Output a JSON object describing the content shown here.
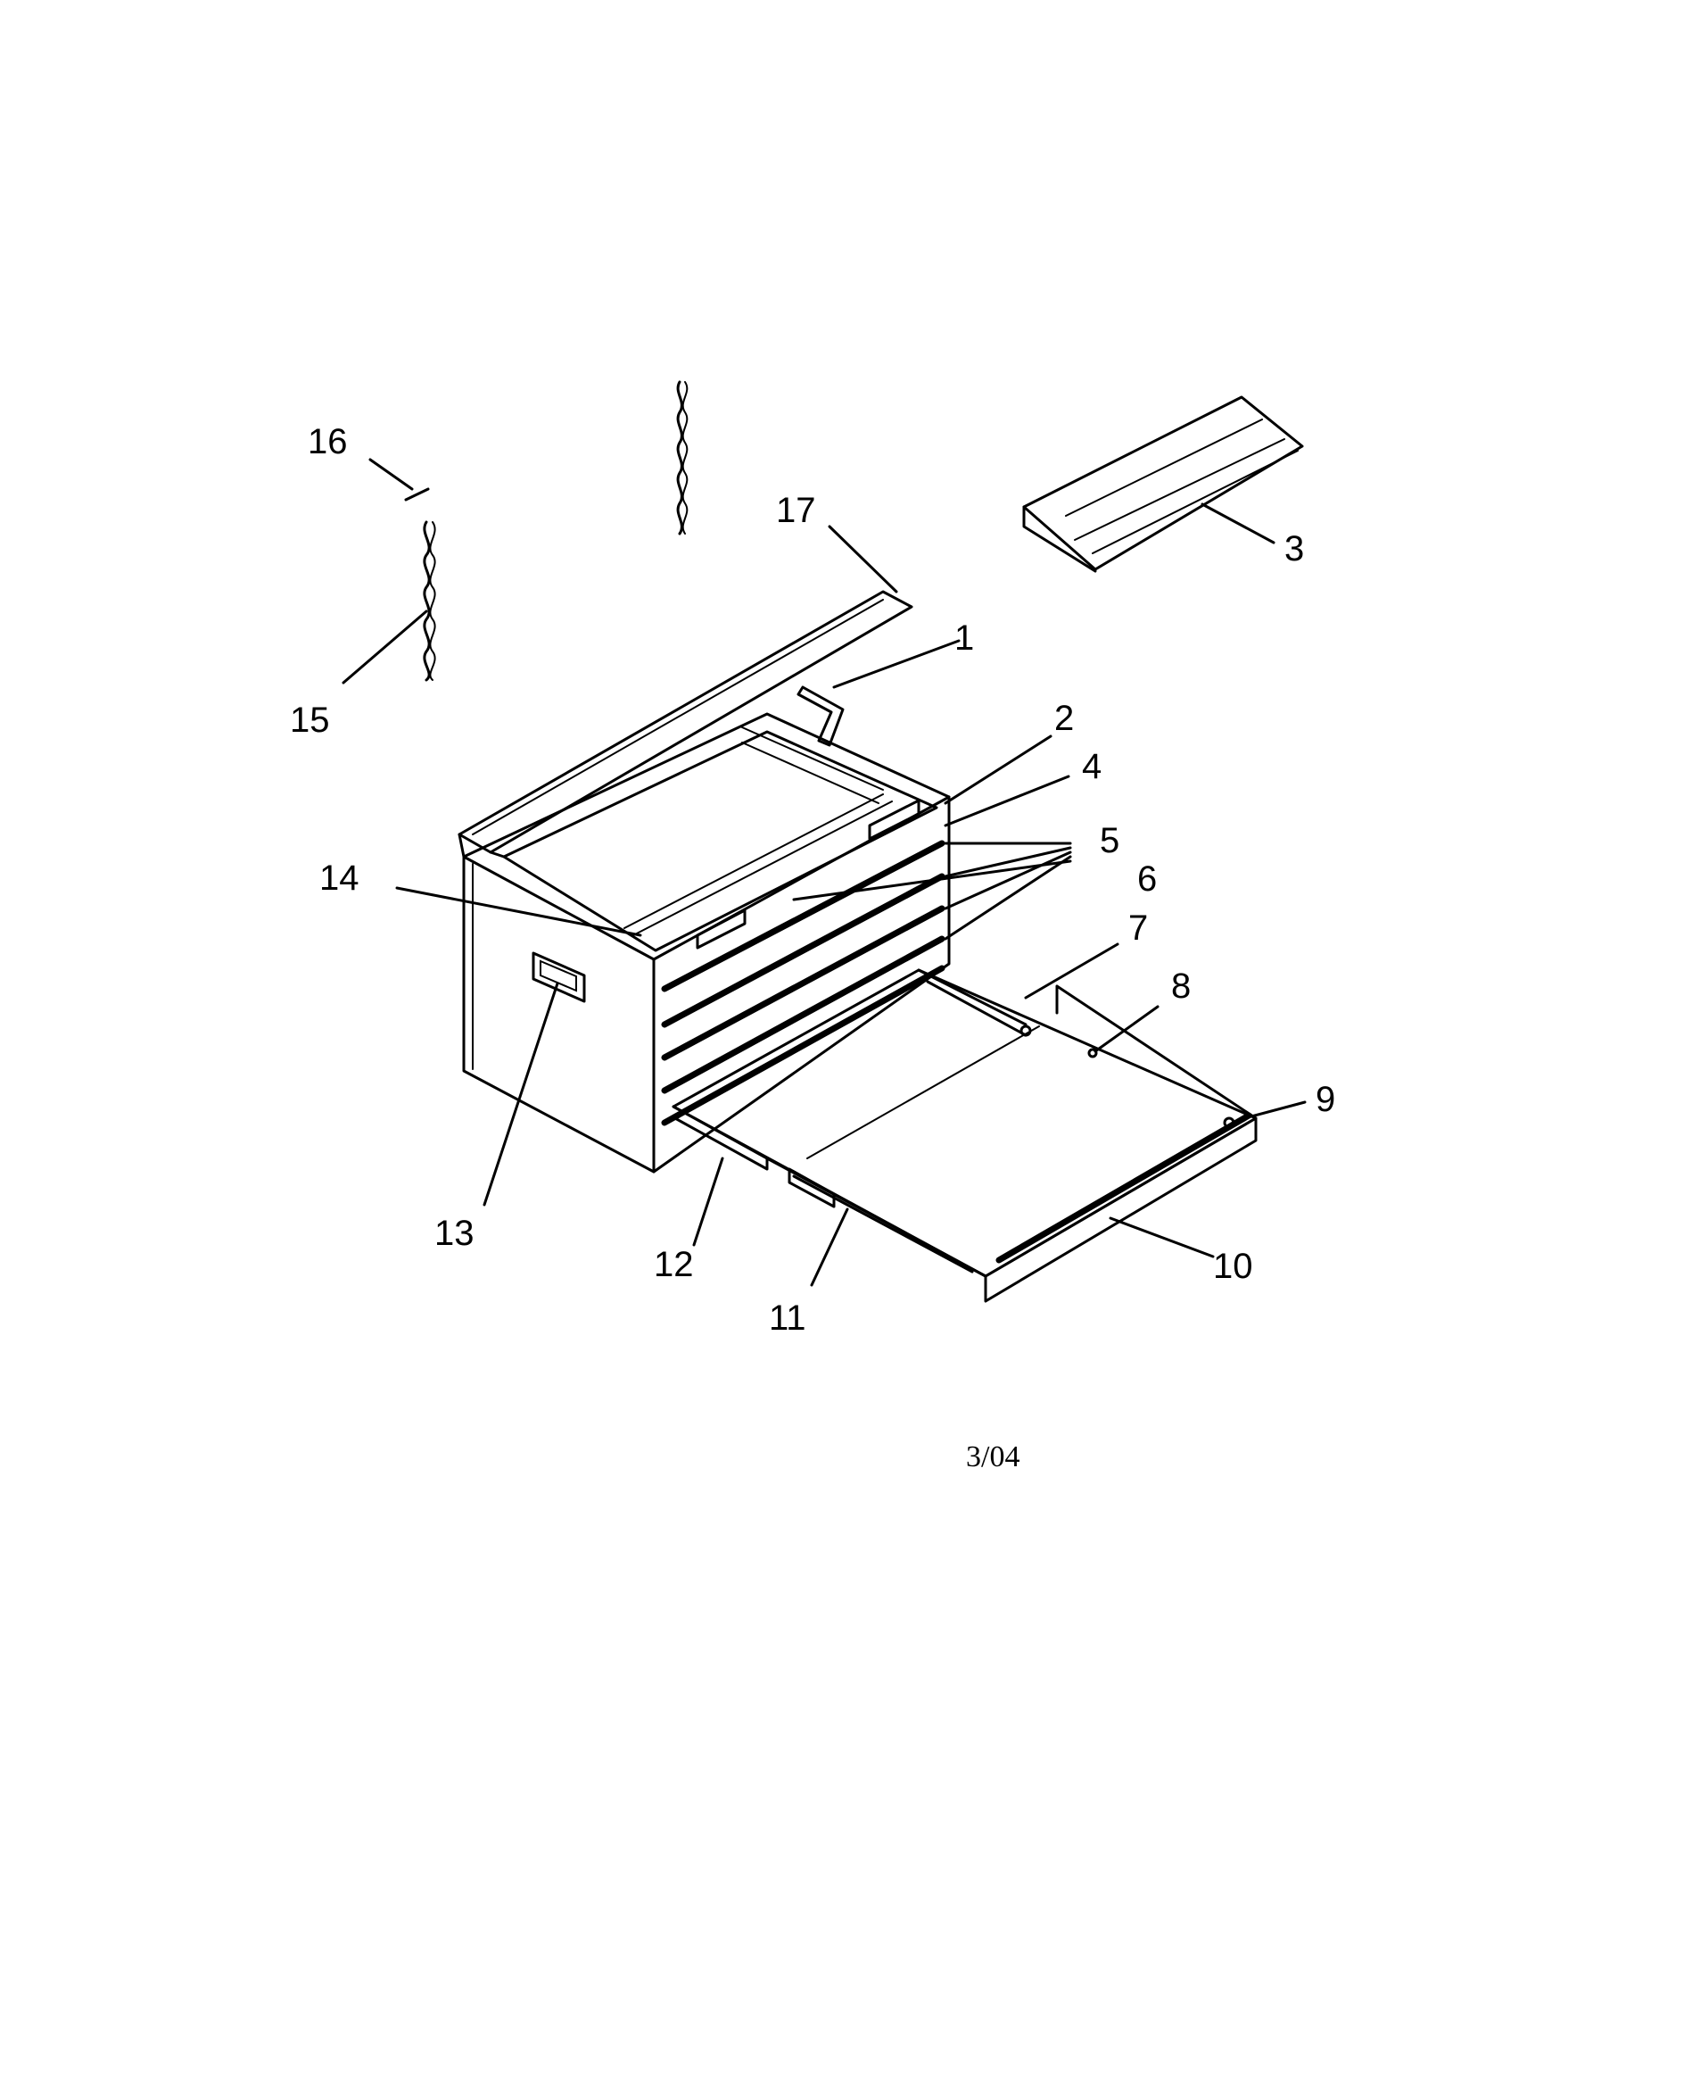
{
  "callouts": [
    {
      "id": "1",
      "label": "1"
    },
    {
      "id": "2",
      "label": "2"
    },
    {
      "id": "3",
      "label": "3"
    },
    {
      "id": "4",
      "label": "4"
    },
    {
      "id": "5",
      "label": "5"
    },
    {
      "id": "6",
      "label": "6"
    },
    {
      "id": "7",
      "label": "7"
    },
    {
      "id": "8",
      "label": "8"
    },
    {
      "id": "9",
      "label": "9"
    },
    {
      "id": "10",
      "label": "10"
    },
    {
      "id": "11",
      "label": "11"
    },
    {
      "id": "12",
      "label": "12"
    },
    {
      "id": "13",
      "label": "13"
    },
    {
      "id": "14",
      "label": "14"
    },
    {
      "id": "15",
      "label": "15"
    },
    {
      "id": "16",
      "label": "16"
    },
    {
      "id": "17",
      "label": "17"
    }
  ],
  "footer": {
    "date": "3/04"
  },
  "colors": {
    "ink": "#000000",
    "paper": "#ffffff"
  }
}
